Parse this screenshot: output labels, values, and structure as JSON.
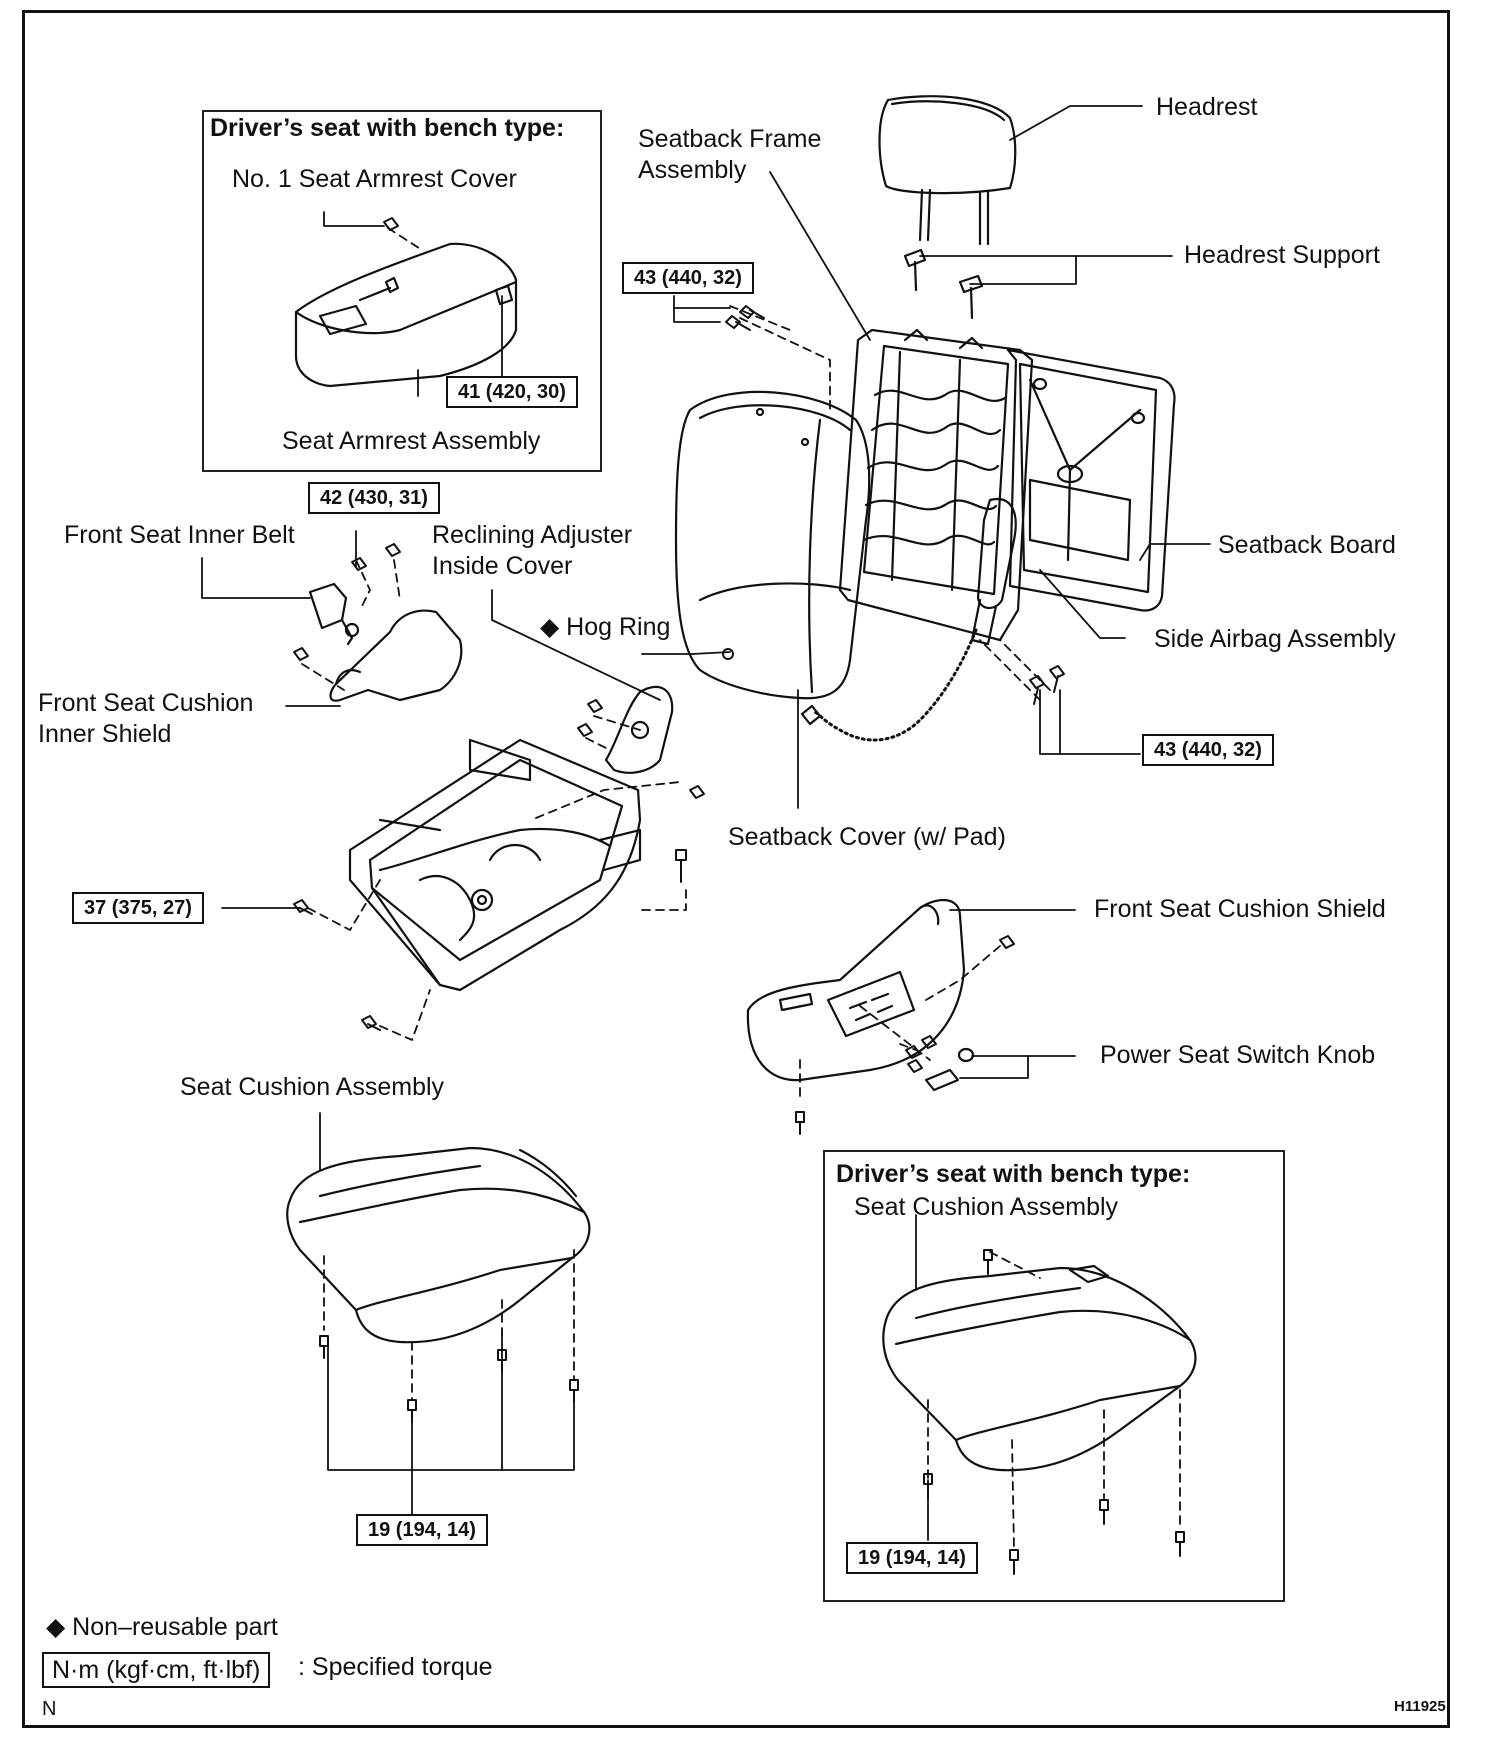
{
  "labels": {
    "headrest": "Headrest",
    "seatback_frame": "Seatback Frame\nAssembly",
    "headrest_support": "Headrest Support",
    "seatback_board": "Seatback Board",
    "side_airbag": "Side Airbag Assembly",
    "seatback_cover": "Seatback Cover (w/ Pad)",
    "hog_ring": "◆ Hog Ring",
    "reclining_cover": "Reclining Adjuster\nInside Cover",
    "inner_belt": "Front Seat Inner Belt",
    "inner_shield": "Front Seat Cushion\nInner Shield",
    "cushion_shield": "Front Seat Cushion Shield",
    "switch_knob": "Power Seat Switch Knob",
    "seat_cushion": "Seat Cushion Assembly",
    "armrest_cover": "No. 1 Seat Armrest Cover",
    "armrest_assembly": "Seat Armrest Assembly",
    "bench_cushion": "Seat Cushion Assembly"
  },
  "insets": {
    "armrest_title": "Driver’s seat with bench type:",
    "cushion_title": "Driver’s seat with bench type:"
  },
  "torque": {
    "armrest": "41 (420, 30)",
    "frame_top": "43 (440, 32)",
    "frame_bottom": "43 (440, 32)",
    "belt": "42 (430, 31)",
    "track": "37 (375, 27)",
    "cushion": "19 (194, 14)",
    "bench_cushion": "19 (194, 14)"
  },
  "legend": {
    "nonreusable": "◆ Non–reusable part",
    "unit_box": "N·m (kgf·cm, ft·lbf)",
    "unit_text": ": Specified torque"
  },
  "corner": {
    "left": "N",
    "code": "H11925"
  }
}
